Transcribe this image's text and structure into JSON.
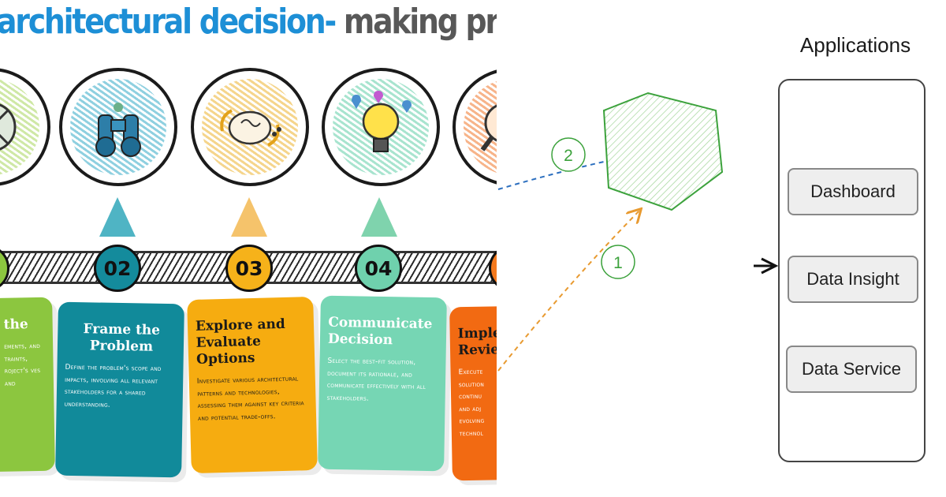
{
  "infographic": {
    "title_blue": "architectural decision-",
    "title_gray": " making proces",
    "icons": [
      "compass-icon",
      "binoculars-icon",
      "brain-icon",
      "lightbulb-icon",
      "magnifier-icon"
    ],
    "steps": [
      {
        "number": "",
        "node_color": "#8cc63f",
        "card_color": "#8cc63f",
        "arrow_color": "#ffffff",
        "title": "the",
        "body": "ements, and traints, roject's ves and"
      },
      {
        "number": "02",
        "node_color": "#148b9c",
        "card_color": "#118a9a",
        "arrow_color": "#4fb4c4",
        "title": "Frame the Problem",
        "body": "Define the problem's scope and impacts, involving all relevant stakeholders for a shared understanding."
      },
      {
        "number": "03",
        "node_color": "#f6b21a",
        "card_color": "#f6ac10",
        "arrow_color": "#f5c36b",
        "title": "Explore and Evaluate Options",
        "body": "Investigate various architectural patterns and technologies, assessing them against key criteria and potential trade-offs."
      },
      {
        "number": "04",
        "node_color": "#6fd1ad",
        "card_color": "#76d6b4",
        "arrow_color": "#7fd3ad",
        "title": "Communicate Decision",
        "body": "Select the best-fit solution, document its rationale, and communicate effectively with all stakeholders."
      },
      {
        "number": "",
        "node_color": "#f47a1f",
        "card_color": "#f26a12",
        "arrow_color": "#ffffff",
        "title": "Imple Revie",
        "body": "Execute solution continu and adj evolving technol"
      }
    ]
  },
  "diagram": {
    "connector_1_label": "1",
    "connector_2_label": "2",
    "hexagon_color": "#3ca23c",
    "connector_1_color": "#e89a30",
    "connector_2_color": "#2c6fbf",
    "apps_title": "Applications",
    "services": [
      "Dashboard",
      "Data Insight",
      "Data Service"
    ]
  }
}
